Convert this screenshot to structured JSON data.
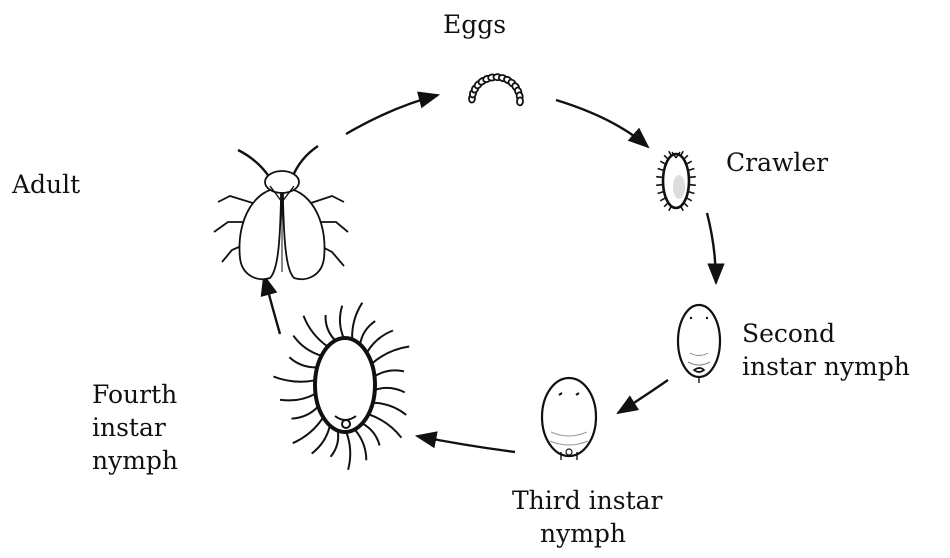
{
  "diagram": {
    "type": "life-cycle",
    "stages": [
      {
        "key": "eggs",
        "lines": [
          "Eggs"
        ],
        "icon": "eggs-icon"
      },
      {
        "key": "crawler",
        "lines": [
          "Crawler"
        ],
        "icon": "crawler-icon"
      },
      {
        "key": "second",
        "lines": [
          "Second",
          "instar nymph"
        ],
        "icon": "second-instar-nymph-icon"
      },
      {
        "key": "third",
        "lines": [
          "Third instar",
          "nymph"
        ],
        "icon": "third-instar-nymph-icon"
      },
      {
        "key": "fourth",
        "lines": [
          "Fourth",
          "instar",
          "nymph"
        ],
        "icon": "fourth-instar-nymph-icon"
      },
      {
        "key": "adult",
        "lines": [
          "Adult"
        ],
        "icon": "adult-insect-icon"
      }
    ],
    "edges": [
      {
        "from": "eggs",
        "to": "crawler"
      },
      {
        "from": "crawler",
        "to": "second"
      },
      {
        "from": "second",
        "to": "third"
      },
      {
        "from": "third",
        "to": "fourth"
      },
      {
        "from": "fourth",
        "to": "adult"
      },
      {
        "from": "adult",
        "to": "eggs"
      }
    ],
    "colors": {
      "ink": "#111111",
      "fill": "#ffffff",
      "shade": "#dddddd"
    }
  }
}
